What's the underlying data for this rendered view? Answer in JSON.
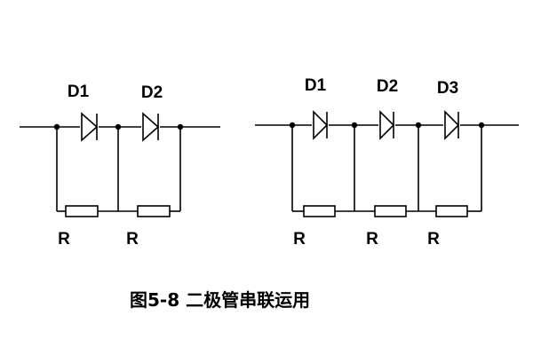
{
  "caption": "图5-8 二极管串联运用",
  "left_circuit": {
    "diodes": [
      "D1",
      "D2"
    ],
    "resistors": [
      "R",
      "R"
    ]
  },
  "right_circuit": {
    "diodes": [
      "D1",
      "D2",
      "D3"
    ],
    "resistors": [
      "R",
      "R",
      "R"
    ]
  },
  "colors": {
    "line": "#000000",
    "background": "#ffffff"
  }
}
